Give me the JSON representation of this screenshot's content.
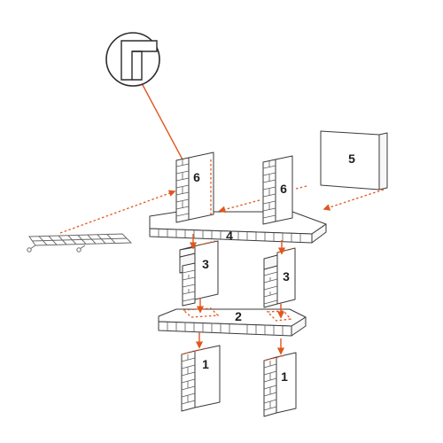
{
  "colors": {
    "accent": "#e2561d",
    "outline": "#3a3a3a",
    "background": "#ffffff"
  },
  "detail_callout": {
    "icon": "corner-joint-detail-icon"
  },
  "grate": {
    "icon": "grill-grate-icon"
  },
  "parts": {
    "part_1_left": "1",
    "part_1_right": "1",
    "part_2": "2",
    "part_3_left": "3",
    "part_3_right": "3",
    "part_4": "4",
    "part_5": "5",
    "part_6_left": "6",
    "part_6_right": "6"
  }
}
